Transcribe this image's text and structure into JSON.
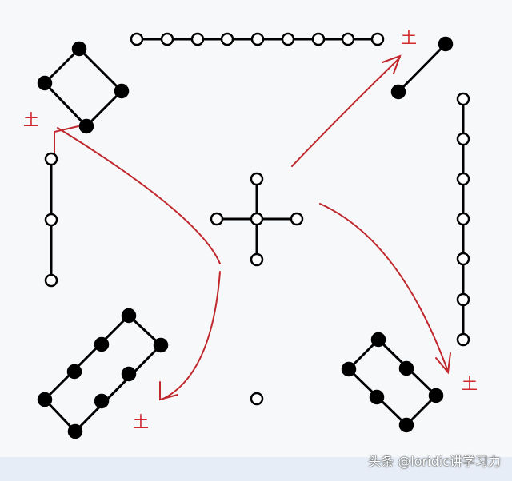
{
  "labels": {
    "earth": "土"
  },
  "watermark": "头条 @loridic讲学习力",
  "colors": {
    "line": "#000000",
    "arrow": "#c0282d",
    "label": "#d02a2a"
  },
  "groups": [
    {
      "name": "top-row",
      "fill": "open",
      "count": 9
    },
    {
      "name": "top-left-diamond",
      "fill": "solid",
      "count": 4
    },
    {
      "name": "left-column",
      "fill": "open",
      "count": 3
    },
    {
      "name": "center-cross",
      "fill": "open",
      "count": 5
    },
    {
      "name": "bottom-center",
      "fill": "open",
      "count": 1
    },
    {
      "name": "top-right-pair",
      "fill": "solid",
      "count": 2
    },
    {
      "name": "right-column",
      "fill": "open",
      "count": 7
    },
    {
      "name": "bottom-left-rect",
      "fill": "solid",
      "count": 8
    },
    {
      "name": "bottom-right-rect",
      "fill": "solid",
      "count": 6
    }
  ]
}
